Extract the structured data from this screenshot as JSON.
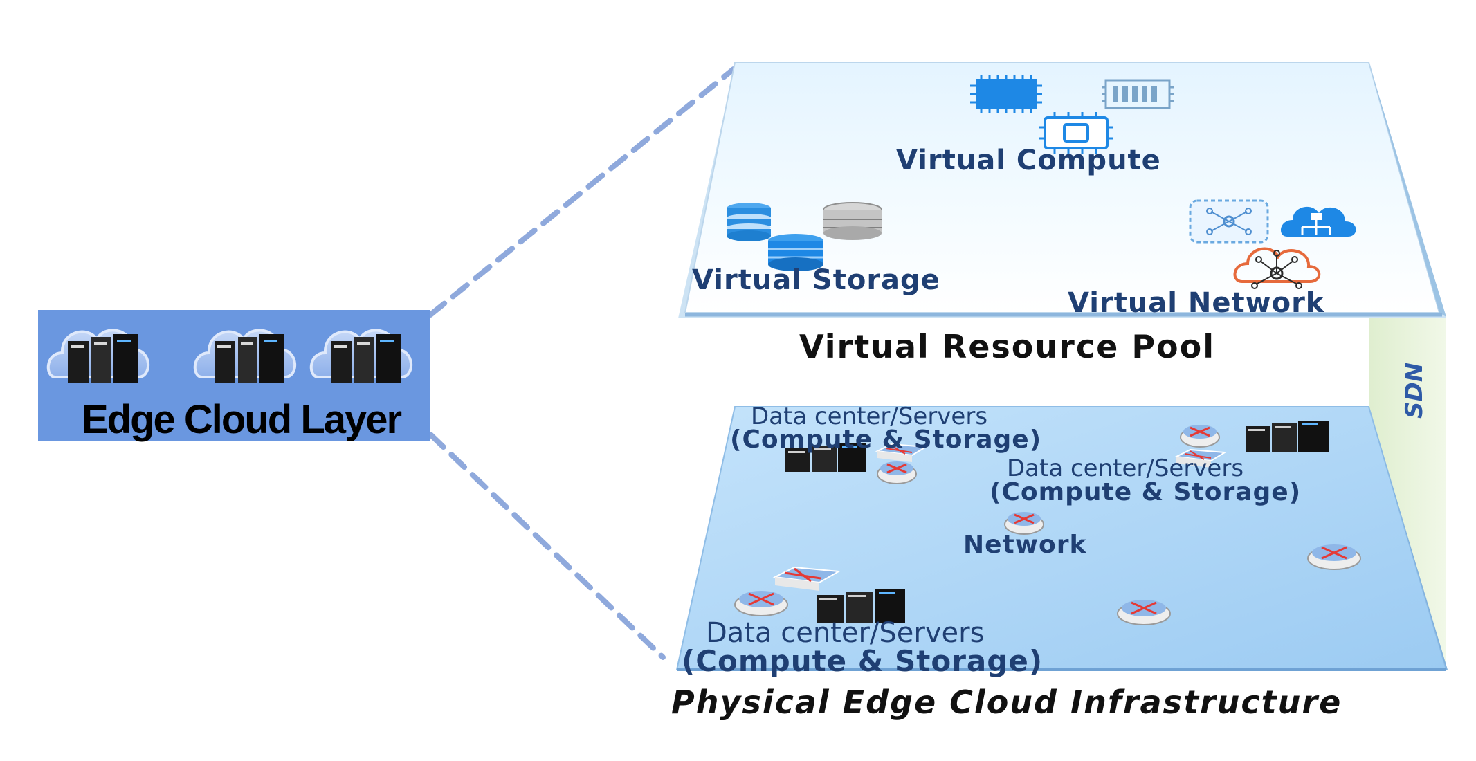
{
  "edge_cloud_layer": {
    "title": "Edge Cloud Layer"
  },
  "virtual_pool": {
    "caption": "Virtual Resource Pool",
    "compute_label": "Virtual Compute",
    "storage_label": "Virtual Storage",
    "network_label": "Virtual Network"
  },
  "sdn": {
    "label": "SDN"
  },
  "physical": {
    "caption": "Physical Edge Cloud Infrastructure",
    "network_label": "Network",
    "datacenters": [
      {
        "line1": "Data center/Servers",
        "line2": "(Compute & Storage)"
      },
      {
        "line1": "Data center/Servers",
        "line2": "(Compute & Storage)"
      },
      {
        "line1": "Data center/Servers",
        "line2": "(Compute & Storage)"
      }
    ]
  },
  "icons": {
    "virtual_compute": [
      "cpu-chip-icon",
      "memory-chip-icon",
      "processor-icon"
    ],
    "virtual_storage": [
      "database-icon",
      "database-icon",
      "database-icon"
    ],
    "virtual_network": [
      "network-hub-icon",
      "cloud-network-icon",
      "cloud-network-icon"
    ],
    "physical": [
      "server-rack-icon",
      "router-icon",
      "switch-icon"
    ]
  },
  "colors": {
    "edge_box": "#6a97e0",
    "virtual_plane": "#dcefff",
    "physical_plane": "#a8d4f5",
    "sdn_bar": "#e6f2d8",
    "dashed_line": "#8fa9dc",
    "label_text": "#1f3f73"
  }
}
